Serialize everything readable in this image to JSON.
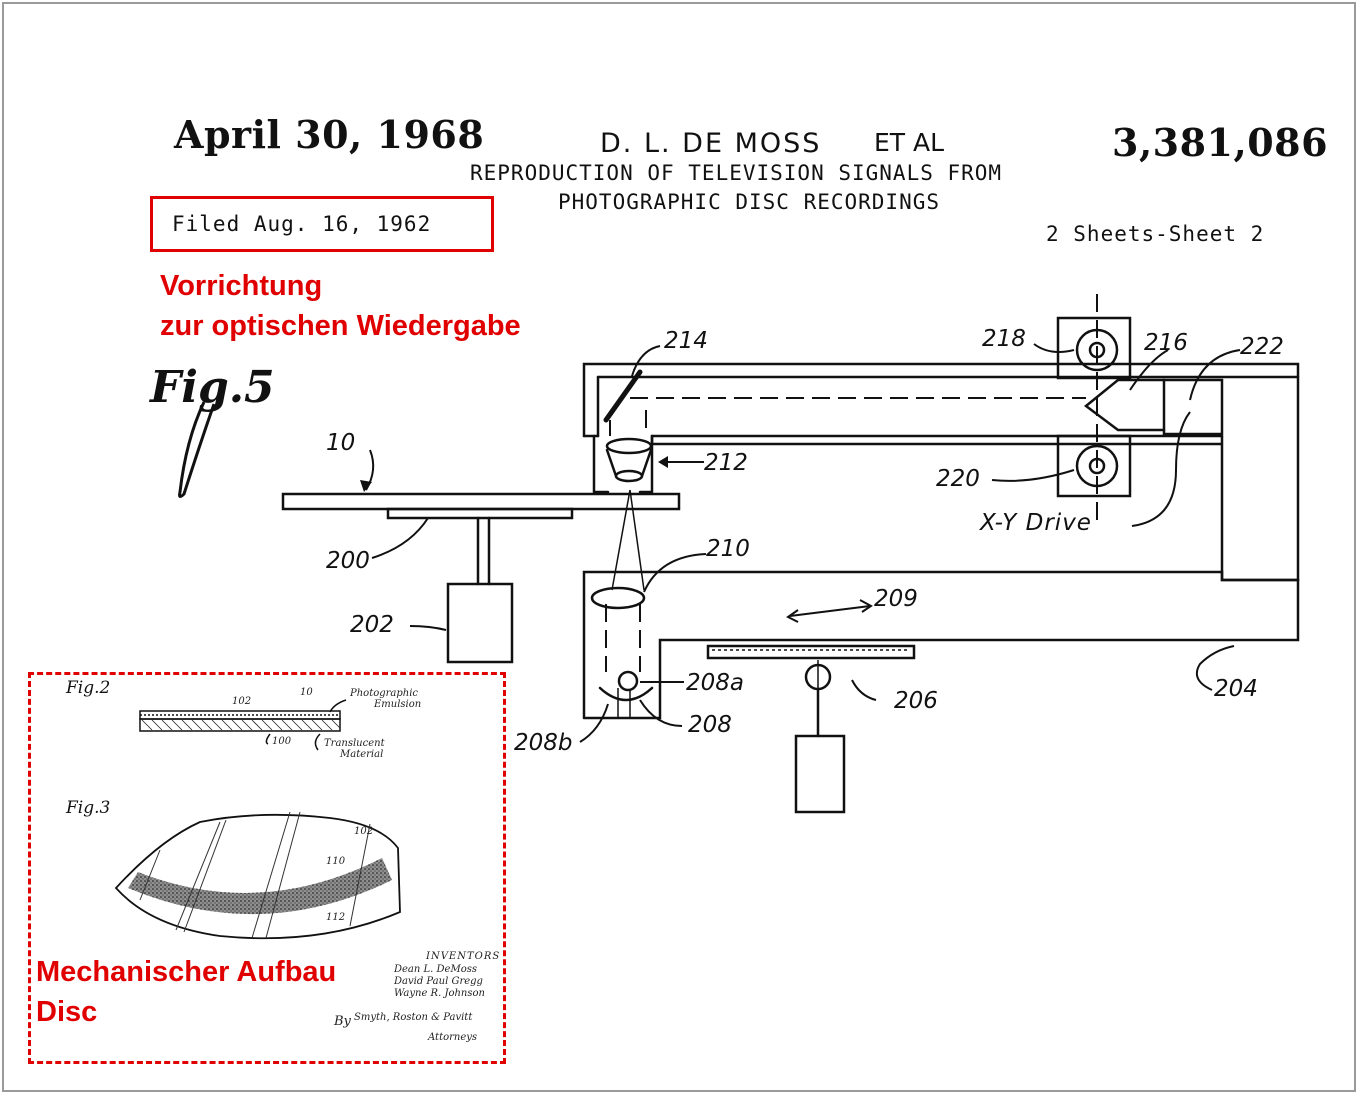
{
  "header": {
    "date": "April 30, 1968",
    "inventor": "D. L. DE MOSS",
    "et_al": "ET AL",
    "patent_number": "3,381,086",
    "title_line1": "REPRODUCTION OF TELEVISION SIGNALS FROM",
    "title_line2": "PHOTOGRAPHIC DISC RECORDINGS",
    "filed": "Filed Aug. 16, 1962",
    "sheets": "2 Sheets-Sheet 2"
  },
  "annotations": {
    "optical_line1": "Vorrichtung",
    "optical_line2": "zur optischen  Wiedergabe",
    "mech_line1": "Mechanischer Aufbau",
    "mech_line2": "Disc"
  },
  "fig5": {
    "title": "Fig.5",
    "labels": {
      "l10": "10",
      "l200": "200",
      "l202": "202",
      "l204": "204",
      "l206": "206",
      "l208": "208",
      "l208a": "208a",
      "l208b": "208b",
      "l209": "209",
      "l210": "210",
      "l212": "212",
      "l214": "214",
      "l216": "216",
      "l218": "218",
      "l220": "220",
      "l222": "222"
    },
    "xy_drive": "X-Y Drive"
  },
  "fig2": {
    "title": "Fig.2",
    "l102": "102",
    "l10": "10",
    "l100": "100",
    "emulsion_1": "Photographic",
    "emulsion_2": "Emulsion",
    "translucent_1": "Translucent",
    "translucent_2": "Material"
  },
  "fig3": {
    "title": "Fig.3",
    "l102": "102",
    "l110": "110",
    "l112": "112"
  },
  "signature": {
    "inventors_heading": "INVENTORS",
    "inventor1": "Dean L. DeMoss",
    "inventor2": "David Paul Gregg",
    "inventor3": "Wayne R. Johnson",
    "by": "By",
    "firm": "Smyth, Roston & Pavitt",
    "attorneys": "Attorneys"
  },
  "colors": {
    "accent": "#e00000",
    "ink": "#111111",
    "frame": "#9a9a9a"
  }
}
